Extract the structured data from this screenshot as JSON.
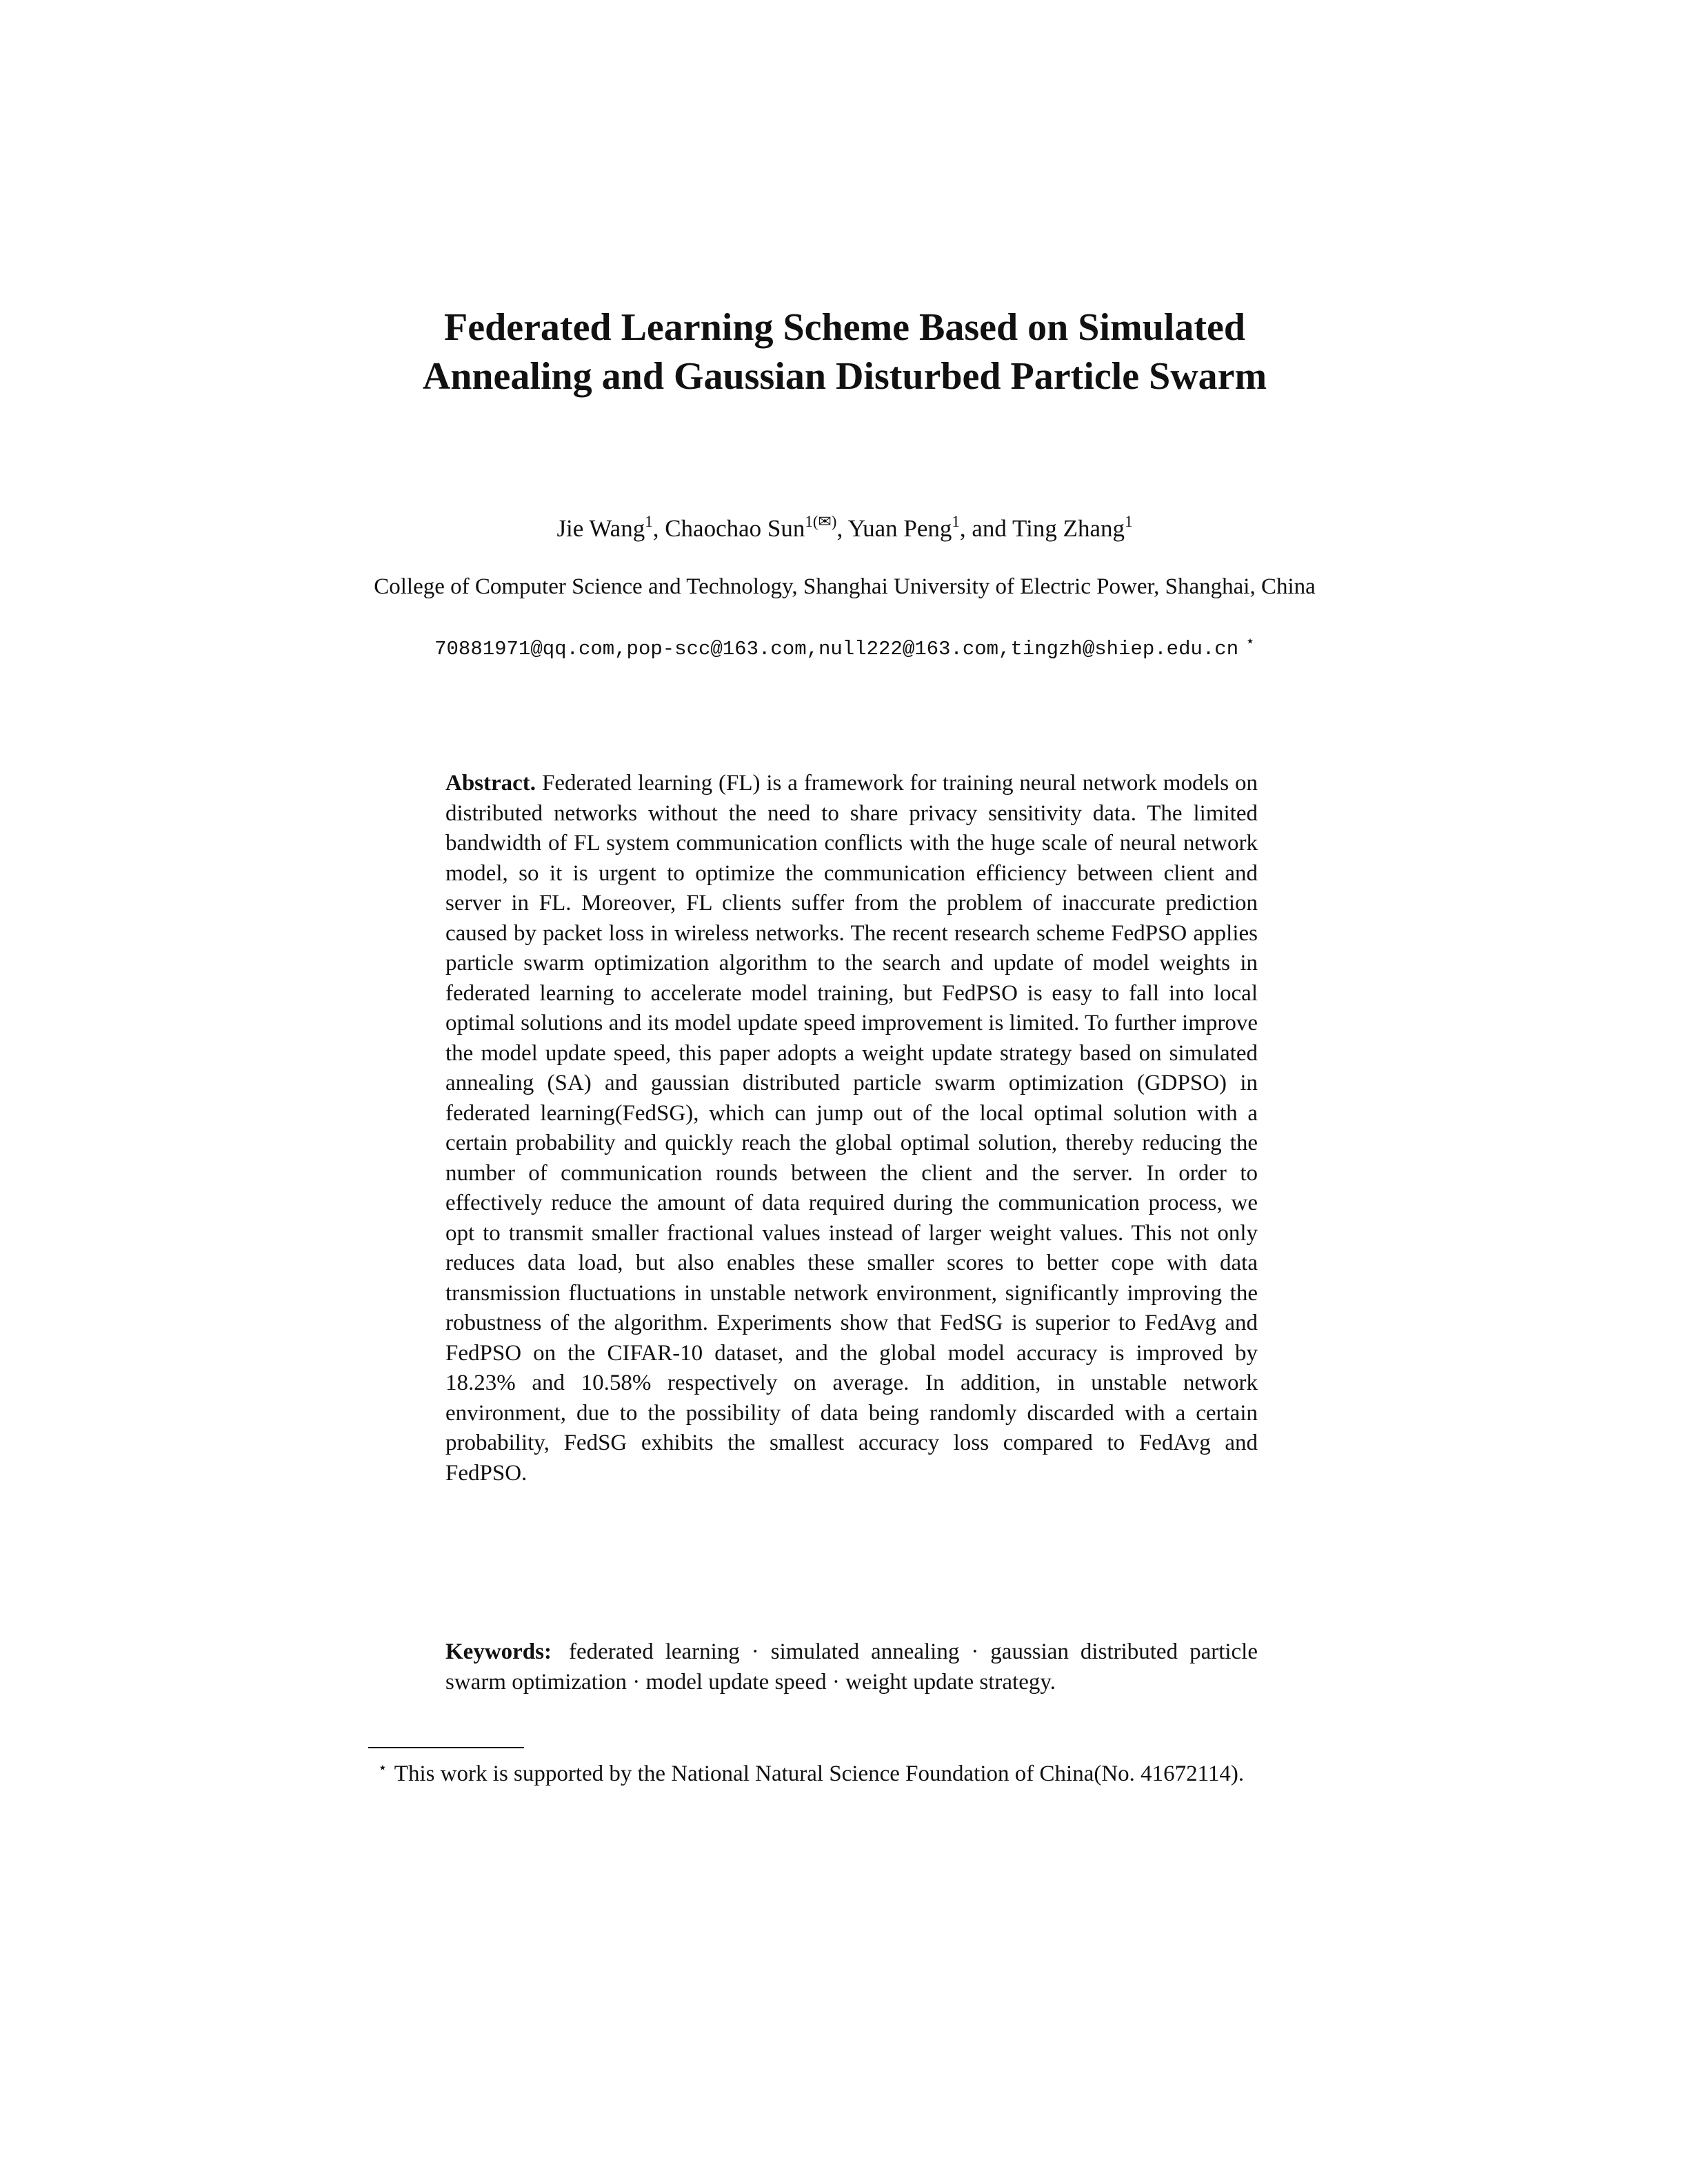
{
  "paper": {
    "title": "Federated Learning Scheme Based on Simulated Annealing and Gaussian Disturbed Particle Swarm",
    "authors": [
      {
        "name": "Jie Wang",
        "mark": "1"
      },
      {
        "name": "Chaochao Sun",
        "mark": "1(✉)"
      },
      {
        "name": "Yuan Peng",
        "mark": "1"
      },
      {
        "name": "Ting Zhang",
        "mark": "1"
      }
    ],
    "author_separators": [
      ", ",
      ", ",
      ", and "
    ],
    "affiliation": "College of Computer Science and Technology, Shanghai University of Electric Power, Shanghai, China",
    "emails": "70881971@qq.com,pop-scc@163.com,null222@163.com,tingzh@shiep.edu.cn",
    "emails_mark": "⋆",
    "abstract_label": "Abstract.",
    "abstract": "Federated learning (FL) is a framework for training neural network models on distributed networks without the need to share privacy sensitivity data. The limited bandwidth of FL system communication conflicts with the huge scale of neural network model, so it is urgent to optimize the communication efficiency between client and server in FL. Moreover, FL clients suffer from the problem of inaccurate prediction caused by packet loss in wireless networks. The recent research scheme FedPSO applies particle swarm optimization algorithm to the search and update of model weights in federated learning to accelerate model training, but FedPSO is easy to fall into local optimal solutions and its model update speed improvement is limited. To further improve the model update speed, this paper adopts a weight update strategy based on simulated annealing (SA) and gaussian distributed particle swarm optimization (GDPSO) in federated learning(FedSG), which can jump out of the local optimal solution with a certain probability and quickly reach the global optimal solution, thereby reducing the number of communication rounds between the client and the server. In order to effectively reduce the amount of data required during the communication process, we opt to transmit smaller fractional values instead of larger weight values. This not only reduces data load, but also enables these smaller scores to better cope with data transmission fluctuations in unstable network environment, significantly improving the robustness of the algorithm. Experiments show that FedSG is superior to FedAvg and FedPSO on the CIFAR-10 dataset, and the global model accuracy is improved by 18.23% and 10.58% respectively on average. In addition, in unstable network environment, due to the possibility of data being randomly discarded with a certain probability, FedSG exhibits the smallest accuracy loss compared to FedAvg and FedPSO.",
    "keywords_label": "Keywords:",
    "keywords": "federated learning · simulated annealing · gaussian distributed particle swarm optimization · model update speed · weight update strategy.",
    "footnote_mark": "⋆",
    "footnote": "This work is supported by the National Natural Science Foundation of China(No. 41672114)."
  }
}
